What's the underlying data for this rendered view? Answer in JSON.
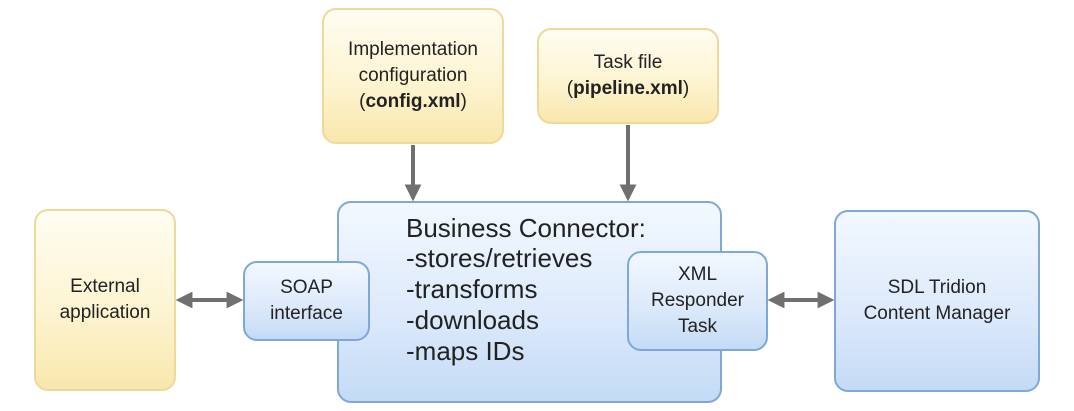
{
  "boxes": {
    "impl_config": {
      "line1": "Implementation",
      "line2": "configuration",
      "paren_open": "(",
      "file": "config.xml",
      "paren_close": ")"
    },
    "task_file": {
      "line1": "Task file",
      "paren_open": "(",
      "file": "pipeline.xml",
      "paren_close": ")"
    },
    "business_connector": {
      "title": "Business Connector:",
      "items": [
        "-stores/retrieves",
        "-transforms",
        "-downloads",
        "-maps IDs"
      ]
    },
    "external_app": {
      "line1": "External",
      "line2": "application"
    },
    "soap": {
      "line1": "SOAP",
      "line2": "interface"
    },
    "xml_responder": {
      "line1": "XML",
      "line2": "Responder",
      "line3": "Task"
    },
    "sdl_tridion": {
      "line1": "SDL Tridion",
      "line2": "Content Manager"
    }
  },
  "colors": {
    "arrow": "#707070",
    "yellow_border": "#efd99a",
    "blue_border": "#7fa8d8"
  }
}
